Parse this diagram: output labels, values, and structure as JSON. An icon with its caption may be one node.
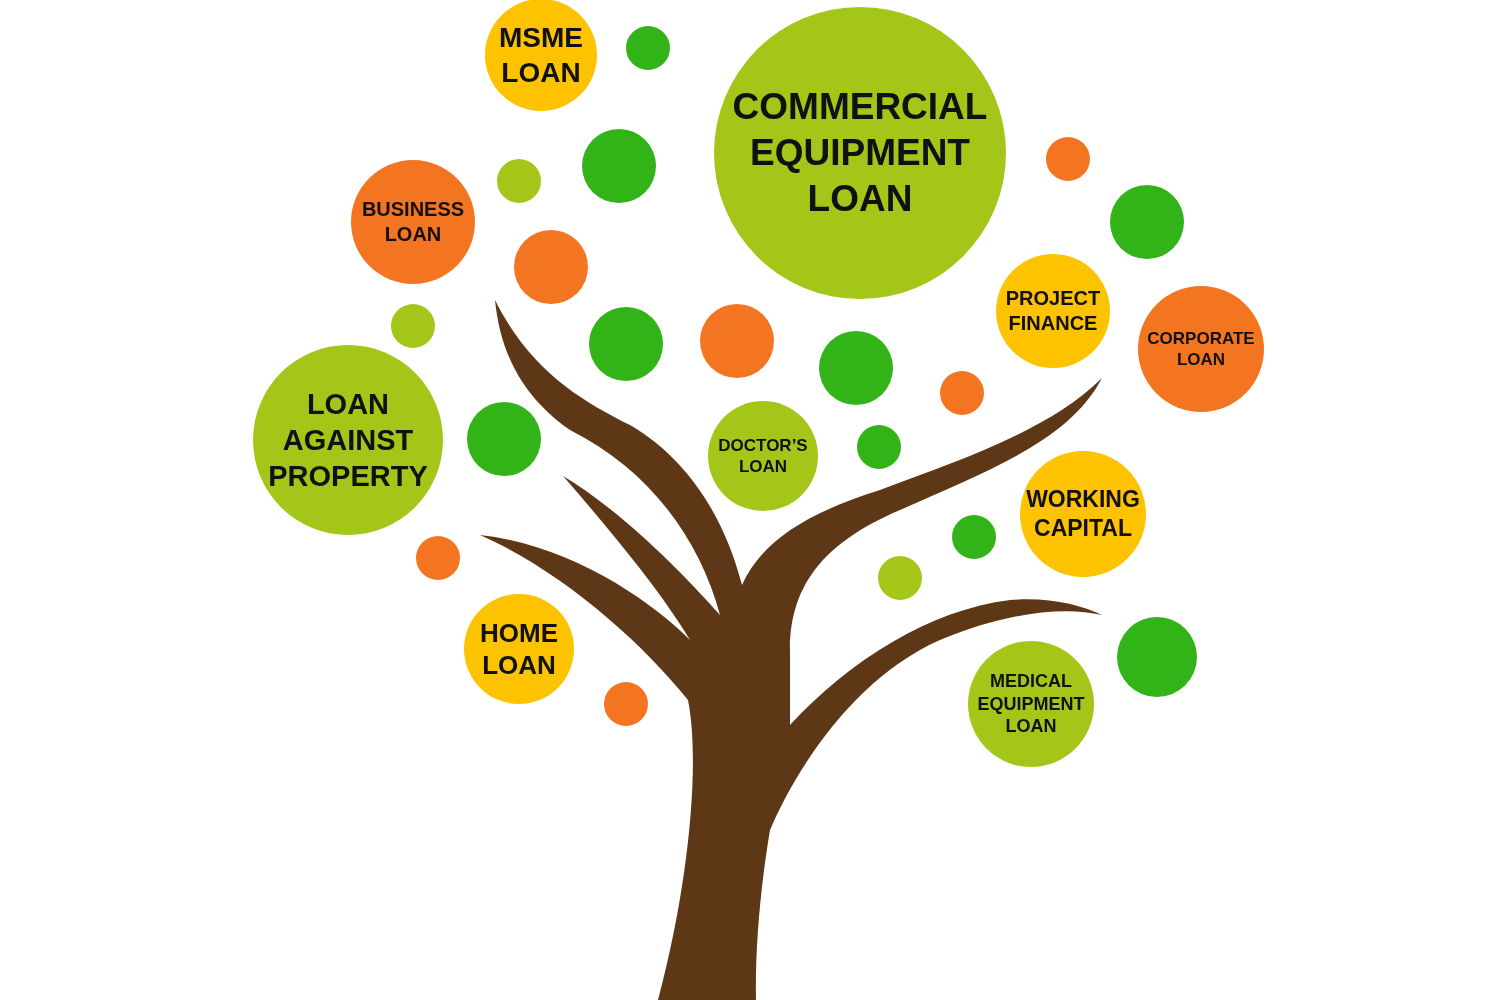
{
  "diagram": {
    "nodes": [
      {
        "text": [
          "MSME LOAN"
        ]
      },
      {
        "text": [],
        "shape": "circle"
      },
      {
        "text": [
          "COMMERCIAL EQUIPMENT LOAN"
        ]
      },
      {
        "text": [],
        "shape": "circle"
      },
      {
        "text": [],
        "shape": "circle"
      },
      {
        "text": [],
        "shape": "circle"
      },
      {
        "text": [
          "BUSINESS LOAN"
        ]
      },
      {
        "text": [],
        "shape": "circle"
      },
      {
        "text": [],
        "shape": "circle"
      },
      {
        "text": [
          "PROJECT FINANCE"
        ]
      },
      {
        "text": [],
        "shape": "circle"
      },
      {
        "text": [],
        "shape": "circle"
      },
      {
        "text": [],
        "shape": "circle"
      },
      {
        "text": [
          "CORPORATE LOAN"
        ]
      },
      {
        "text": [],
        "shape": "circle"
      },
      {
        "text": [],
        "shape": "circle"
      },
      {
        "text": [
          "LOAN AGAINST PROPERTY"
        ]
      },
      {
        "text": [],
        "shape": "circle"
      },
      {
        "text": [
          "DOCTOR’S LOAN"
        ]
      },
      {
        "text": [],
        "shape": "circle"
      },
      {
        "text": [
          "WORKING CAPITAL"
        ]
      },
      {
        "text": [],
        "shape": "circle"
      },
      {
        "text": [],
        "shape": "circle"
      },
      {
        "text": [],
        "shape": "circle"
      },
      {
        "text": [
          "HOME LOAN"
        ]
      },
      {
        "text": [],
        "shape": "circle"
      },
      {
        "text": [
          "MEDICAL EQUIPMENT LOAN"
        ]
      },
      {
        "text": [],
        "shape": "circle"
      }
    ]
  }
}
